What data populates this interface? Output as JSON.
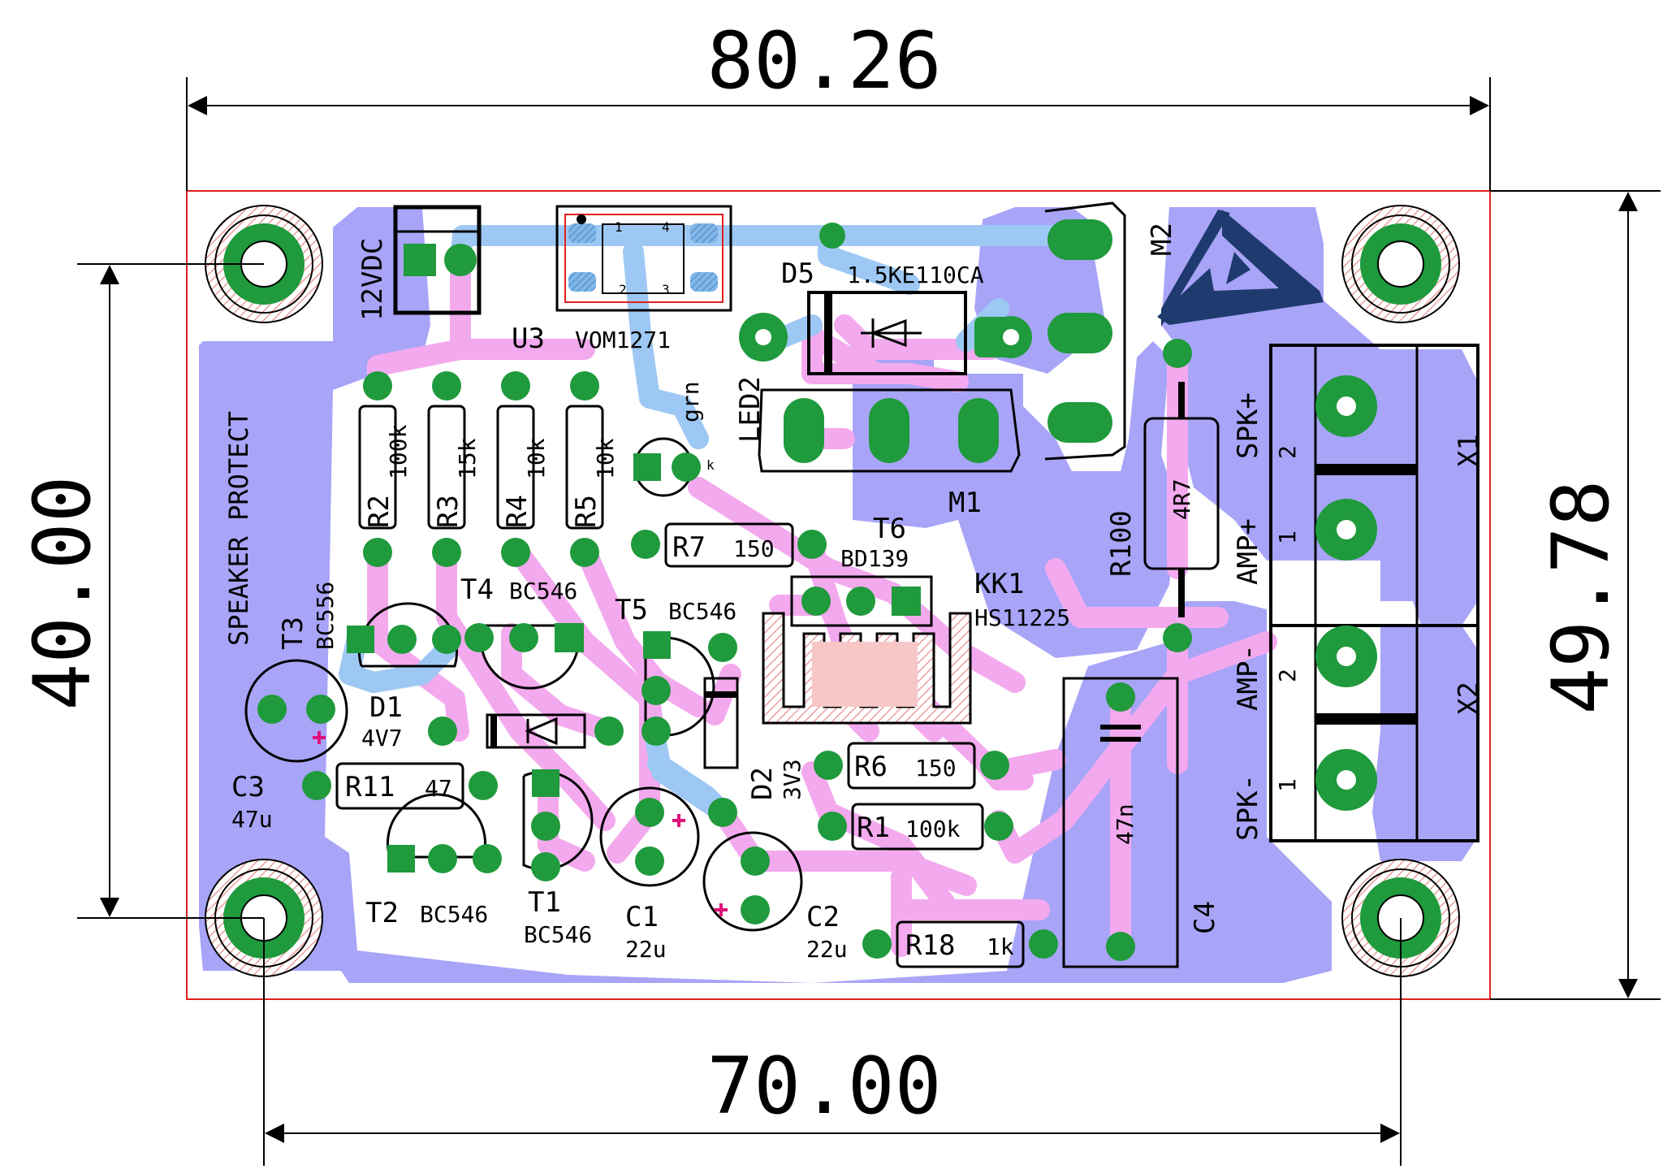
{
  "colors": {
    "bottom_copper": "#6f6cf3",
    "bottom_copper_soft": "#a8a4f8",
    "top_trace": "#f3a9ee",
    "top_trace_blue": "#9ec8f4",
    "pad": "#1f9a3c",
    "outline": "#e02020",
    "logo": "#1e3a6e"
  },
  "dimensions": {
    "width_top": "80.26",
    "width_bottom": "70.00",
    "height_left": "40.00",
    "height_right": "49.78"
  },
  "board": {
    "label": "SPEAKER PROTECT",
    "power": "12VDC"
  },
  "components": {
    "u3": {
      "ref": "U3",
      "value": "VOM1271",
      "pins": [
        "1",
        "2",
        "3",
        "4"
      ]
    },
    "d5": {
      "ref": "D5",
      "value": "1.5KE110CA"
    },
    "m2": {
      "ref": "M2"
    },
    "m1": {
      "ref": "M1"
    },
    "led2": {
      "ref": "LED2",
      "value": "grn",
      "k": "k"
    },
    "r2": {
      "ref": "R2",
      "value": "100k"
    },
    "r3": {
      "ref": "R3",
      "value": "15k"
    },
    "r4": {
      "ref": "R4",
      "value": "10k"
    },
    "r5": {
      "ref": "R5",
      "value": "10k"
    },
    "r7": {
      "ref": "R7",
      "value": "150"
    },
    "t6": {
      "ref": "T6",
      "value": "BD139"
    },
    "kk1": {
      "ref": "KK1",
      "value": "HS11225"
    },
    "r100": {
      "ref": "R100",
      "value": "4R7"
    },
    "t3": {
      "ref": "T3",
      "value": "BC556"
    },
    "t4": {
      "ref": "T4",
      "value": "BC546"
    },
    "t5": {
      "ref": "T5",
      "value": "BC546"
    },
    "d1": {
      "ref": "D1",
      "value": "4V7"
    },
    "c3": {
      "ref": "C3",
      "value": "47u"
    },
    "r11": {
      "ref": "R11",
      "value": "47"
    },
    "d2": {
      "ref": "D2",
      "value": "3V3"
    },
    "r6": {
      "ref": "R6",
      "value": "150"
    },
    "r1": {
      "ref": "R1",
      "value": "100k"
    },
    "c4": {
      "ref": "C4",
      "value": "47n"
    },
    "t2": {
      "ref": "T2",
      "value": "BC546"
    },
    "t1": {
      "ref": "T1",
      "value": "BC546"
    },
    "c1": {
      "ref": "C1",
      "value": "22u"
    },
    "c2": {
      "ref": "C2",
      "value": "22u"
    },
    "r18": {
      "ref": "R18",
      "value": "1k"
    },
    "x1": {
      "ref": "X1",
      "pins": [
        "2",
        "1"
      ],
      "top_label": "SPK+",
      "bottom_label": "AMP+"
    },
    "x2": {
      "ref": "X2",
      "pins": [
        "2",
        "1"
      ],
      "top_label": "AMP-",
      "bottom_label": "SPK-"
    }
  }
}
